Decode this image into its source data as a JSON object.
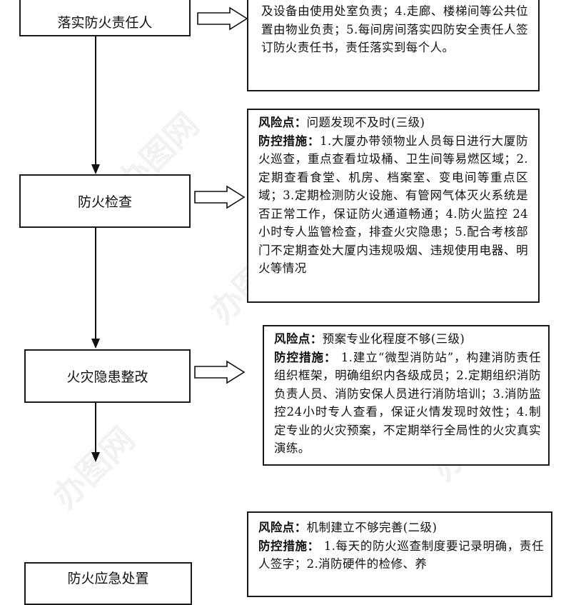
{
  "watermark": "办图网",
  "nodes": [
    {
      "label": "落实防火责任人"
    },
    {
      "label": "防火检查"
    },
    {
      "label": "火灾隐患整改"
    },
    {
      "label": "防火应急处置"
    }
  ],
  "boxes": [
    {
      "text": "及设备由使用处室负责；4.走廊、楼梯间等公共位置由物业负责；5.每间房间落实四防安全责任人签订防火责任书，责任落实到每个人。"
    },
    {
      "risk_label": "风险点：",
      "risk": "问题发现不及时(三级)",
      "measure_label": "防控措施：",
      "measure": "1.大厦办带领物业人员每日进行大厦防火巡查，重点查看垃圾桶、卫生间等易燃区域；2.定期查看食堂、机房、档案室、变电间等重点区域；3.定期检测防火设施、有管网气体灭火系统是否正常工作，保证防火通道畅通；4.防火监控 24 小时专人监管检查，排查火灾隐患；5.配合考核部门不定期查处大厦内违规吸烟、违规使用电器、明火等情况"
    },
    {
      "risk_label": "风险点：",
      "risk": "预案专业化程度不够(三级)",
      "measure_label": "防控措施：",
      "measure": " 1.建立“微型消防站”，构建消防责任组织框架，明确组织内各级成员；2.定期组织消防负责人员、消防安保人员进行消防培训；3.消防监控24小时专人查看，保证火情发现时效性；4.制定专业的火灾预案，不定期举行全局性的火灾真实演练。"
    },
    {
      "risk_label": "风险点：",
      "risk": "机制建立不够完善(二级)",
      "measure_label": "防控措施：",
      "measure": " 1.每天的防火巡查制度要记录明确，责任人签字；2.消防硬件的检修、养"
    }
  ]
}
